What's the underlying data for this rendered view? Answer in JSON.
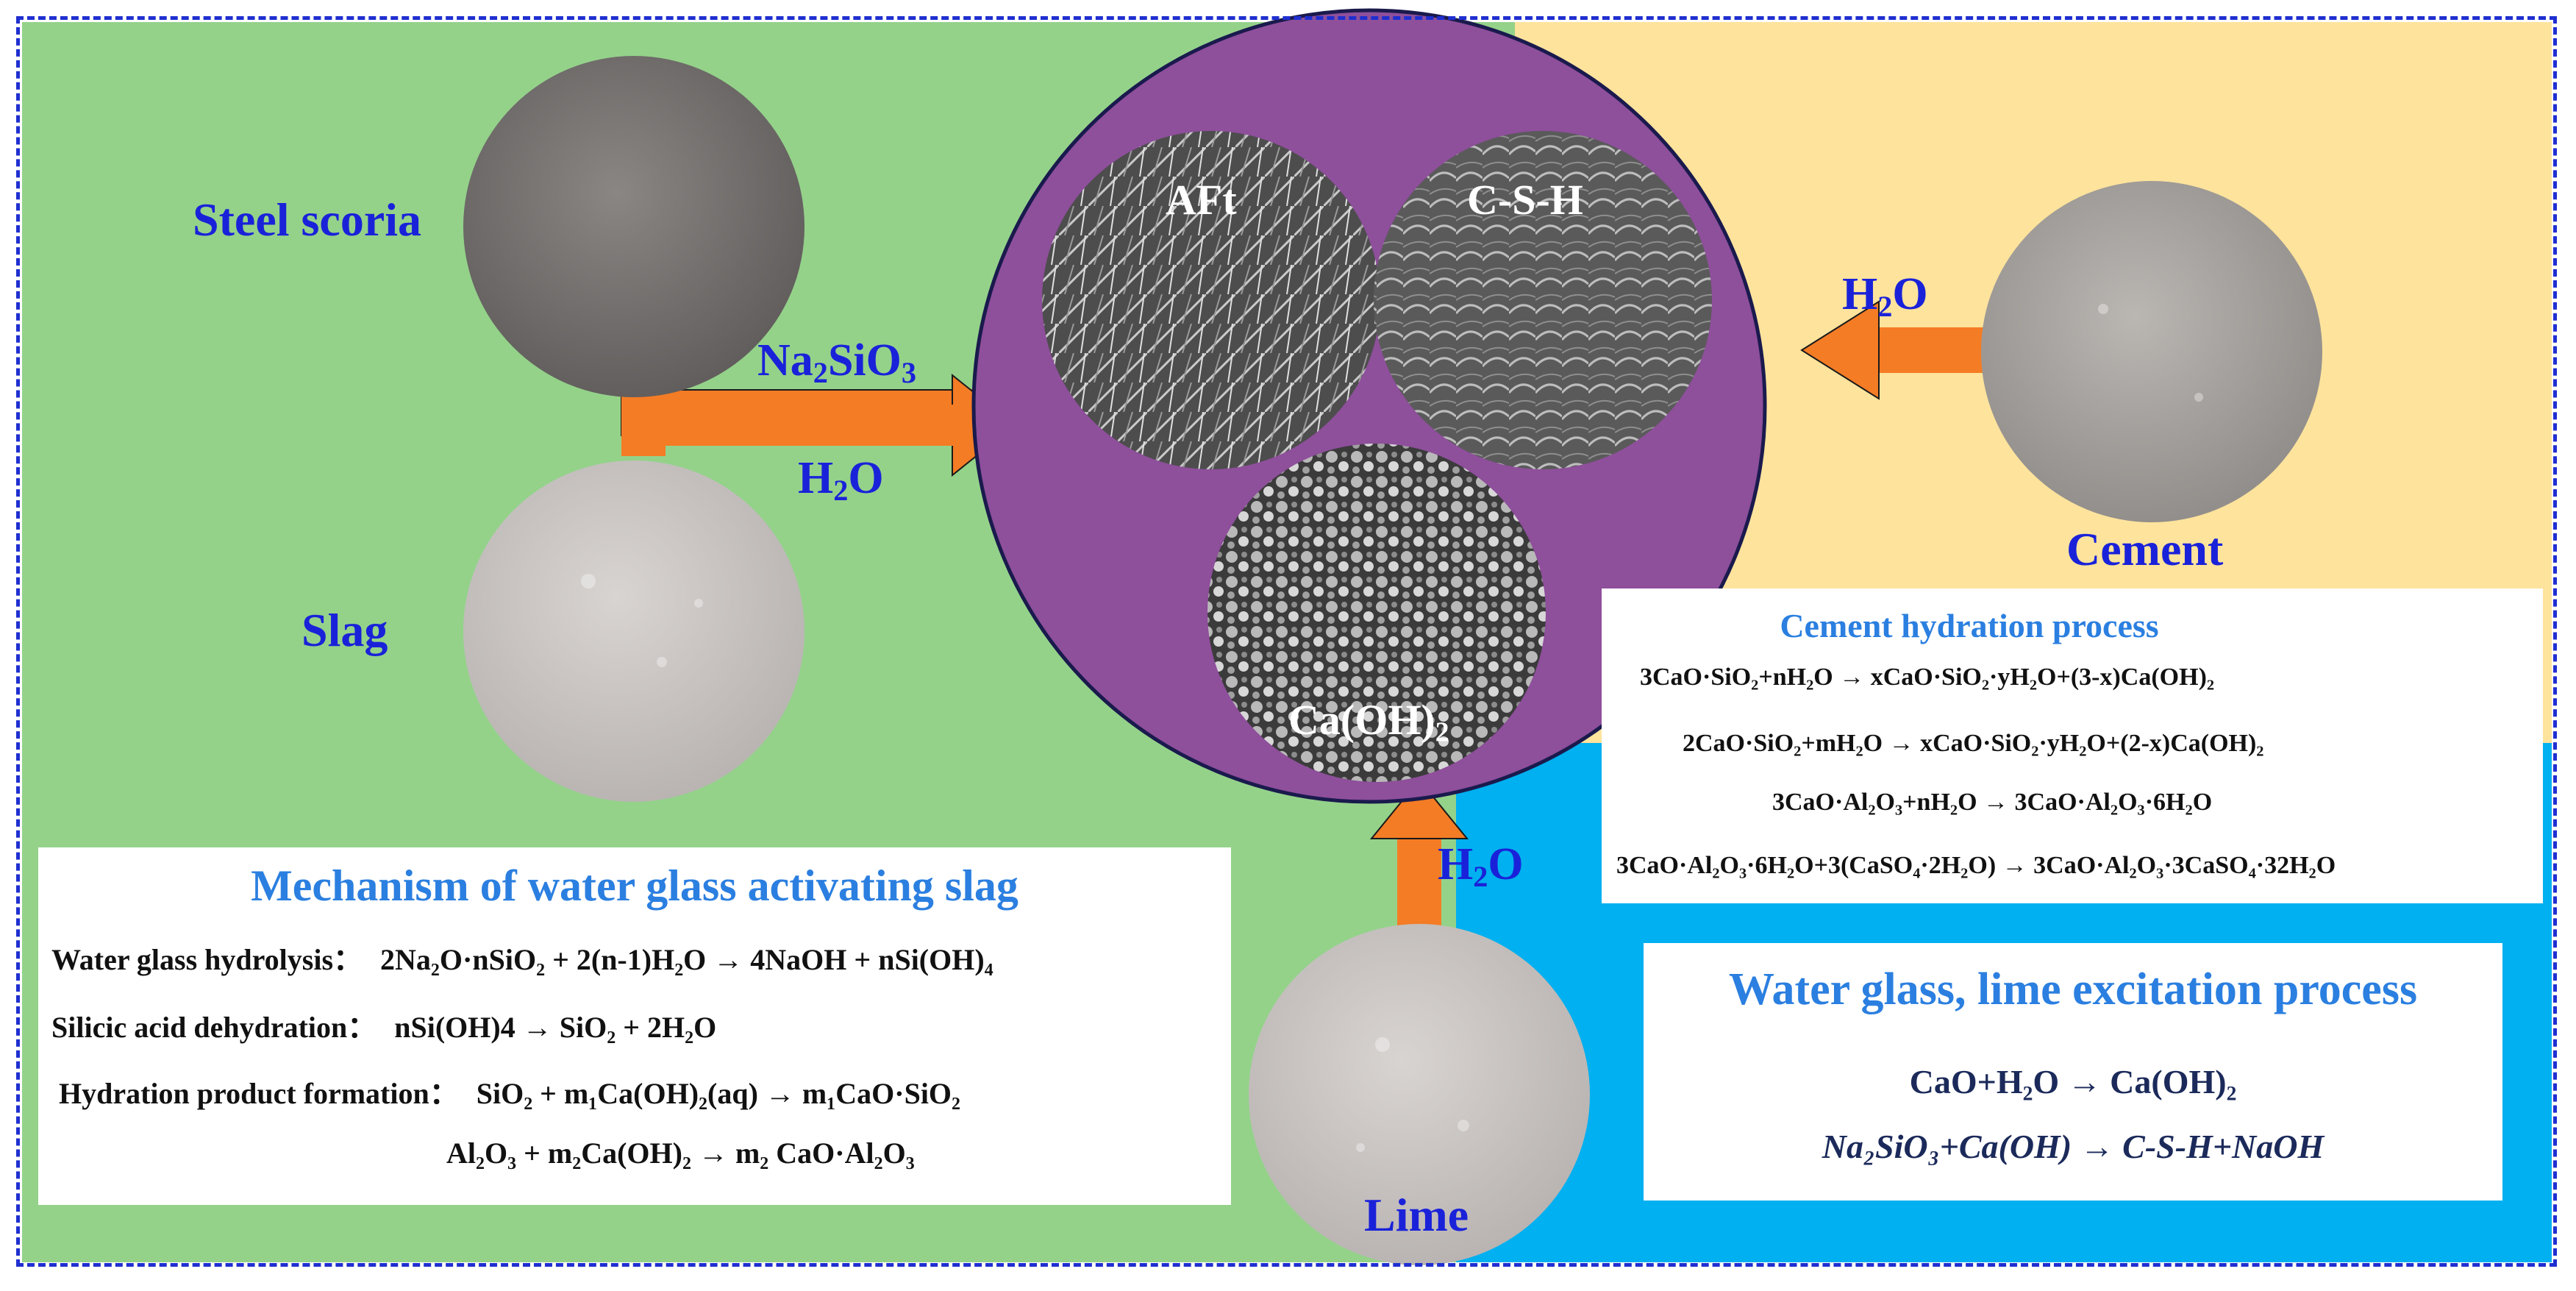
{
  "colors": {
    "frame": "#1f2fd0",
    "green_region": "#94d28a",
    "yellow_region": "#fde39c",
    "blue_region": "#00b0f0",
    "center_circle": "#8e4f9b",
    "arrow": "#f47c25",
    "label_blue": "#1a22d9",
    "box_title": "#2b7fe0"
  },
  "labels": {
    "steel_scoria": "Steel scoria",
    "slag": "Slag",
    "cement": "Cement",
    "lime": "Lime",
    "aft": "AFt",
    "csh": "C-S-H",
    "caoh2_main": "Ca(OH)",
    "caoh2_sub": "2"
  },
  "arrows": {
    "left_top_main": "Na",
    "left_top_sub": "2",
    "left_top_tail": "SiO",
    "left_top_sub2": "3",
    "left_bottom_main": "H",
    "left_bottom_sub": "2",
    "left_bottom_tail": "O",
    "right_main": "H",
    "right_sub": "2",
    "right_tail": "O",
    "bottom_main": "H",
    "bottom_sub": "2",
    "bottom_tail": "O"
  },
  "mechanism_box": {
    "title": "Mechanism of water glass activating slag",
    "line1_label": "Water glass hydrolysis：",
    "line1_eq": "2Na₂O·nSiO₂ + 2(n-1)H₂O → 4NaOH + nSi(OH)₄",
    "line2_label": "Silicic acid dehydration：",
    "line2_eq": "nSi(OH)4 → SiO₂ + 2H₂O",
    "line3_label": "Hydration product formation：",
    "line3_eq": "SiO₂ + m₁Ca(OH)₂(aq) → m₁CaO·SiO₂",
    "line4_eq": "Al₂O₃ + m₂Ca(OH)₂ → m₂ CaO·Al₂O₃"
  },
  "cement_box": {
    "title": "Cement hydration process",
    "eq1": "3CaO·SiO₂+nH₂O → xCaO·SiO₂·yH₂O+(3-x)Ca(OH)₂",
    "eq2": "2CaO·SiO₂+mH₂O → xCaO·SiO₂·yH₂O+(2-x)Ca(OH)₂",
    "eq3": "3CaO·Al₂O₃+nH₂O → 3CaO·Al₂O₃·6H₂O",
    "eq4": "3CaO·Al₂O₃·6H₂O+3(CaSO₄·2H₂O) → 3CaO·Al₂O₃·3CaSO₄·32H₂O"
  },
  "lime_box": {
    "title": "Water glass, lime excitation process",
    "eq1": "CaO+H₂O → Ca(OH)₂",
    "eq2": "Na₂SiO₃+Ca(OH) → C-S-H+NaOH"
  }
}
